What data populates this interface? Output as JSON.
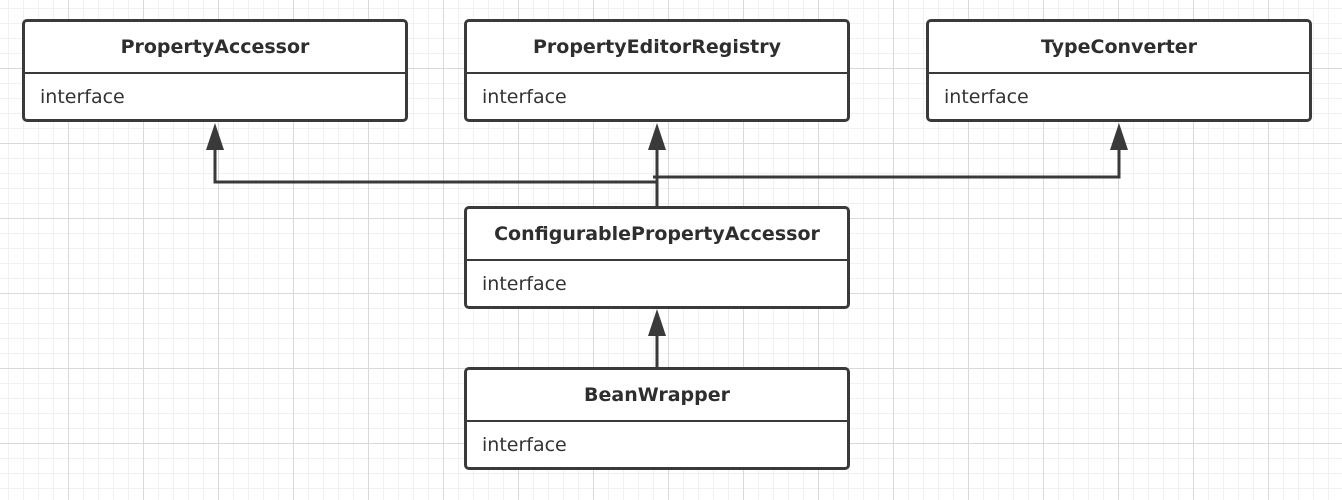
{
  "diagram": {
    "nodes": {
      "property_accessor": {
        "name": "PropertyAccessor",
        "stereotype": "interface"
      },
      "property_editor_registry": {
        "name": "PropertyEditorRegistry",
        "stereotype": "interface"
      },
      "type_converter": {
        "name": "TypeConverter",
        "stereotype": "interface"
      },
      "configurable_property_accessor": {
        "name": "ConfigurablePropertyAccessor",
        "stereotype": "interface"
      },
      "bean_wrapper": {
        "name": "BeanWrapper",
        "stereotype": "interface"
      }
    },
    "edges": [
      {
        "from": "configurable_property_accessor",
        "to": "property_accessor",
        "type": "extends"
      },
      {
        "from": "configurable_property_accessor",
        "to": "property_editor_registry",
        "type": "extends"
      },
      {
        "from": "configurable_property_accessor",
        "to": "type_converter",
        "type": "extends"
      },
      {
        "from": "bean_wrapper",
        "to": "configurable_property_accessor",
        "type": "extends"
      }
    ]
  }
}
